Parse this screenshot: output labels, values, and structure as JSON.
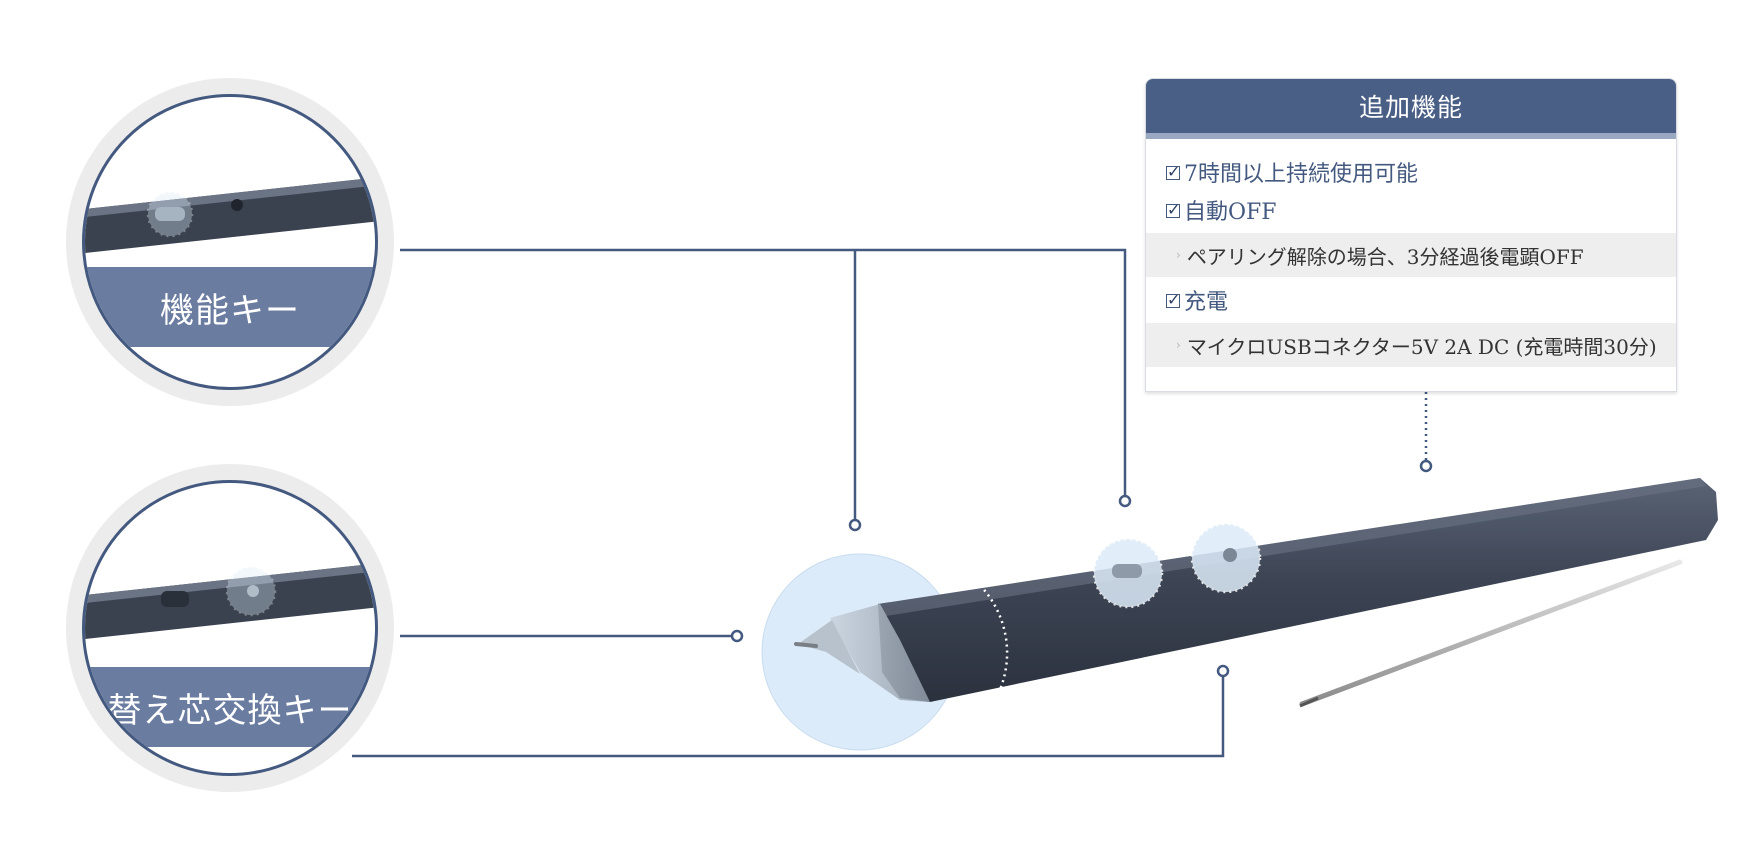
{
  "info_box": {
    "title": "追加機能",
    "features": [
      {
        "label": "7時間以上持続使用可能"
      },
      {
        "label": "自動OFF",
        "detail": "ペアリング解除の場合、3分経過後電顕OFF"
      },
      {
        "label": "充電",
        "detail": "マイクロUSBコネクター5V 2A DC (充電時間30分)"
      }
    ]
  },
  "callouts": {
    "function_key": {
      "label": "機能キー"
    },
    "refill_key": {
      "label": "替え芯交換キー"
    }
  },
  "icons": {
    "check": "☑",
    "bullet": "›"
  },
  "colors": {
    "navy": "#44597f",
    "header": "#4a5f85",
    "band": "#6a7ca0",
    "highlight": "#dcebf9",
    "pen_body": "#3b4352"
  }
}
